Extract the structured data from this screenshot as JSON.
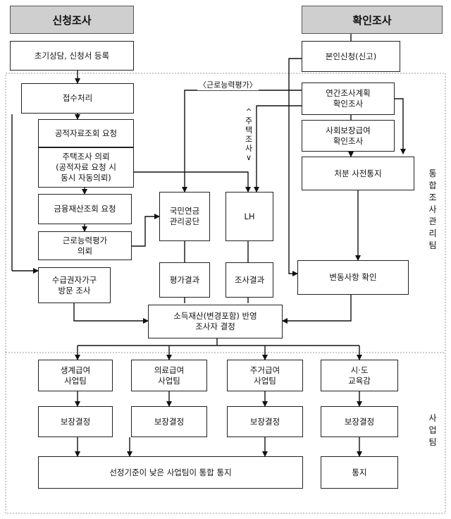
{
  "headers": {
    "left": "신청조사",
    "right": "확인조사"
  },
  "boxes": {
    "intake": "초기상담, 신청서 등록",
    "receipt": "접수처리",
    "public_data": "공적자료조회 요청",
    "housing_request": "주택조사 의뢰\n(공적자료 요청 시\n동시 자동의뢰)",
    "finance": "금융재산조회 요청",
    "work_eval_request": "근로능력평가\n의뢰",
    "home_visit": "수급권자가구\n방문 조사",
    "nps": "국민연금\n관리공단",
    "lh": "LH",
    "eval_result": "평가결과",
    "survey_result": "조사결과",
    "self_report": "본인신청(신고)",
    "annual_plan": "연간조사계획\n확인조사",
    "social_benefit": "사회보장급여\n확인조사",
    "pre_notice": "처분 사전통지",
    "change_check": "변동사항 확인",
    "decision": "소득재산(변경포함) 반영\n조사자 결정",
    "team_living": "생계급여\n사업팀",
    "team_medical": "의료급여\n사업팀",
    "team_housing": "주거급여\n사업팀",
    "team_edu": "시·도\n교육감",
    "guarantee": "보장결정",
    "final_notice": "선정기준이 낮은 사업팀이 통합 통지",
    "notice": "통지"
  },
  "labels": {
    "work_eval": "〈근로능력평가〉",
    "housing_survey": "^\n주\n택\n조\n사\n∨",
    "integrated_team": "통\n합\n조\n사\n관\n리\n팀",
    "business_team": "사\n업\n팀"
  }
}
